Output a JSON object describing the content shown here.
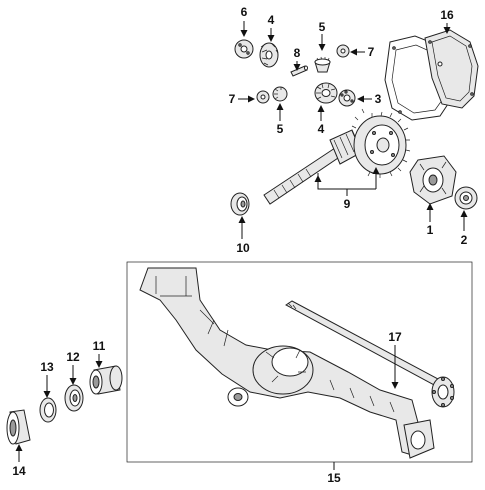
{
  "callouts": {
    "c1": "1",
    "c2": "2",
    "c3": "3",
    "c4a": "4",
    "c4b": "4",
    "c5a": "5",
    "c5b": "5",
    "c6": "6",
    "c7a": "7",
    "c7b": "7",
    "c8": "8",
    "c9": "9",
    "c10": "10",
    "c11": "11",
    "c12": "12",
    "c13": "13",
    "c14": "14",
    "c15": "15",
    "c16": "16",
    "c17": "17"
  },
  "colors": {
    "line": "#222222",
    "shade": "#9a9a9a",
    "fill": "#e8e8e8"
  }
}
